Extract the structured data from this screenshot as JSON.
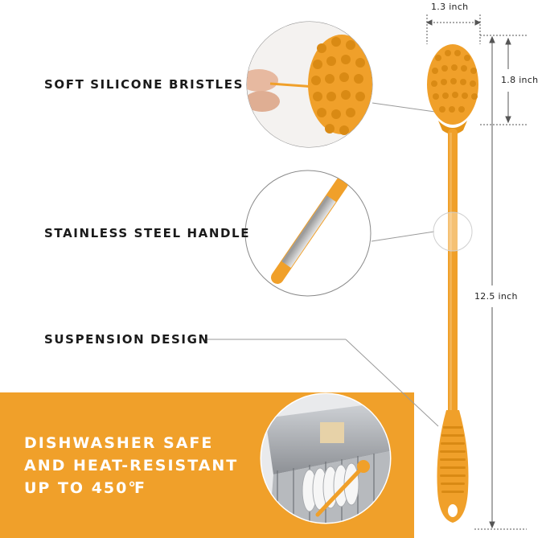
{
  "features": {
    "bristles": "SOFT SILICONE BRISTLES",
    "handle": "STAINLESS STEEL HANDLE",
    "suspension": "SUSPENSION DESIGN"
  },
  "banner": {
    "line1": "DISHWASHER SAFE",
    "line2": "AND HEAT-RESISTANT",
    "line3": "UP TO 450℉"
  },
  "dimensions": {
    "head_width": "1.3 inch",
    "head_length": "1.8 inch",
    "total_length": "12.5 inch"
  },
  "colors": {
    "brush": "#f0a02a",
    "brush_dark": "#d98a14",
    "banner": "#f0a02a",
    "text": "#1a1a1a"
  }
}
